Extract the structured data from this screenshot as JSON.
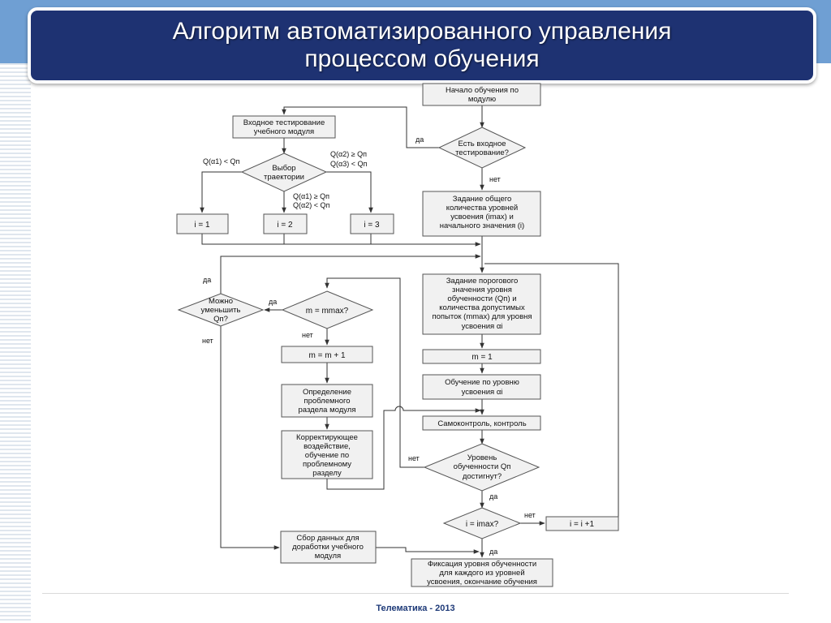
{
  "title": {
    "line1": "Алгоритм автоматизированного управления",
    "line2": "процессом обучения"
  },
  "footer": "Телематика - 2013",
  "nodes": {
    "start": [
      "Начало обучения по",
      "модулю"
    ],
    "entry_test_q": [
      "Есть входное",
      "тестирование?"
    ],
    "entry_test": [
      "Входное тестирование",
      "учебного модуля"
    ],
    "choose_traj": [
      "Выбор",
      "траектории"
    ],
    "i1": "i = 1",
    "i2": "i = 2",
    "i3": "i = 3",
    "set_levels": [
      "Задание общего",
      "количества уровней",
      "усвоения (imax) и",
      "начального значения (i)"
    ],
    "set_threshold": [
      "Задание порогового",
      "значения уровня",
      "обученности (Qп) и",
      "количества допустимых",
      "попыток (mmax) для уровня",
      "усвоения αi"
    ],
    "m1": "m = 1",
    "learn": [
      "Обучение по уровню",
      "усвоения αi"
    ],
    "selfcheck": "Самоконтроль, контроль",
    "reached_q": [
      "Уровень",
      "обученности Qп",
      "достигнут?"
    ],
    "i_max_q": "i = imax?",
    "i_inc": "i = i +1",
    "fix": [
      "Фиксация уровня обученности",
      "для каждого из уровней",
      "усвоения, окончание обучения"
    ],
    "m_max_q": "m = mmax?",
    "m_inc": "m = m + 1",
    "problem": [
      "Определение",
      "проблемного",
      "раздела модуля"
    ],
    "correct": [
      "Корректирующее",
      "воздействие,",
      "обучение по",
      "проблемному",
      "разделу"
    ],
    "reduce_q": [
      "Можно",
      "уменьшить",
      "Qп?"
    ],
    "collect": [
      "Сбор данных для",
      "доработки учебного",
      "модуля"
    ]
  },
  "labels": {
    "yes": "да",
    "no": "нет",
    "cond_left": "Q(α1) < Qп",
    "cond_right_1": "Q(α2) ≥ Qп",
    "cond_right_2": "Q(α3) < Qп",
    "cond_mid_1": "Q(α1) ≥ Qп",
    "cond_mid_2": "Q(α2) < Qп"
  },
  "colors": {
    "header_band": "#6f9fd3",
    "title_bg": "#1e3272",
    "box_fill": "#f1f1f1",
    "footer_text": "#1e3a78"
  }
}
